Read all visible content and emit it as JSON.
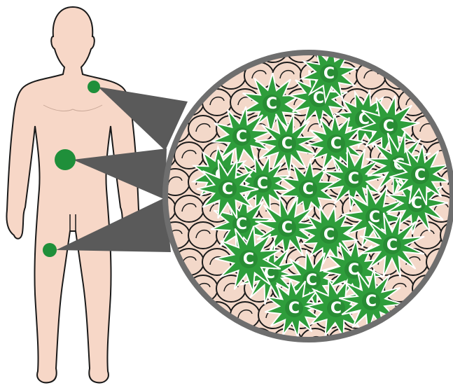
{
  "colors": {
    "skin": "#f7d7c7",
    "outline": "#1a1a1a",
    "spot": "#1f8f3a",
    "cancer_cell": "#2e9d3b",
    "cancer_cell_dark": "#1d6e28",
    "cell_fill": "#f3d8c9",
    "cell_nucleus": "#e8c8b8",
    "magnifier_rim": "#6e6e6e",
    "connector": "#5a5a5a"
  },
  "icons": {
    "body": "human-body-figure",
    "spot": "tumor-spot",
    "magnifier": "magnified-tissue",
    "cancer_cell": "spiky-cancer-cell",
    "normal_cell": "normal-cell"
  },
  "cancer_cell_label": "C"
}
